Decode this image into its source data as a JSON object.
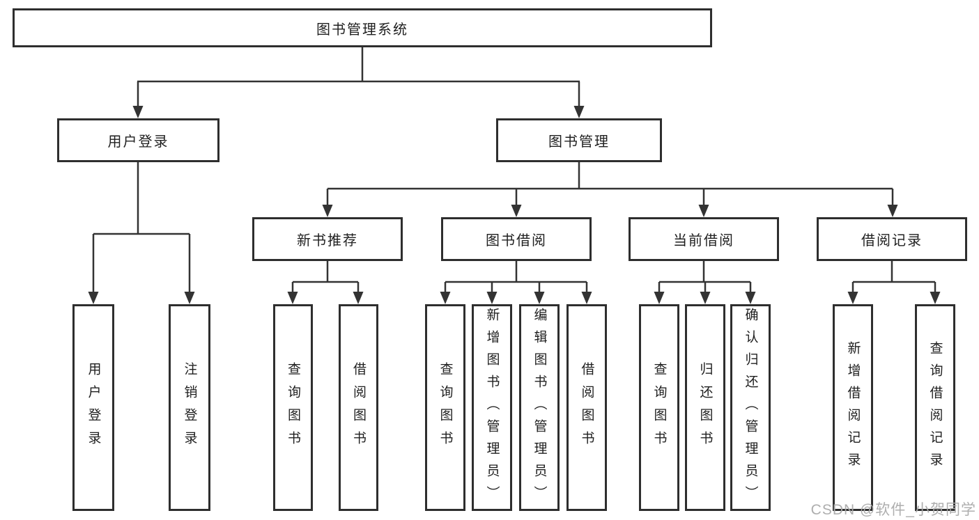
{
  "colors": {
    "line": "#333333",
    "box_border": "#2e2e2e",
    "text": "#1f1f1f",
    "watermark": "#aaaaaa",
    "background": "#ffffff"
  },
  "tree": {
    "label": "图书管理系统",
    "children": [
      {
        "label": "用户登录",
        "children": [
          {
            "label": "用户登录"
          },
          {
            "label": "注销登录"
          }
        ]
      },
      {
        "label": "图书管理",
        "children": [
          {
            "label": "新书推荐",
            "children": [
              {
                "label": "查询图书"
              },
              {
                "label": "借阅图书"
              }
            ]
          },
          {
            "label": "图书借阅",
            "children": [
              {
                "label": "查询图书"
              },
              {
                "label": "新增图书（管理员）"
              },
              {
                "label": "编辑图书（管理员）"
              },
              {
                "label": "借阅图书"
              }
            ]
          },
          {
            "label": "当前借阅",
            "children": [
              {
                "label": "查询图书"
              },
              {
                "label": "归还图书"
              },
              {
                "label": "确认归还（管理员）"
              }
            ]
          },
          {
            "label": "借阅记录",
            "children": [
              {
                "label": "新增借阅记录"
              },
              {
                "label": "查询借阅记录"
              }
            ]
          }
        ]
      }
    ]
  },
  "watermark": "CSDN @软件_小贺同学"
}
